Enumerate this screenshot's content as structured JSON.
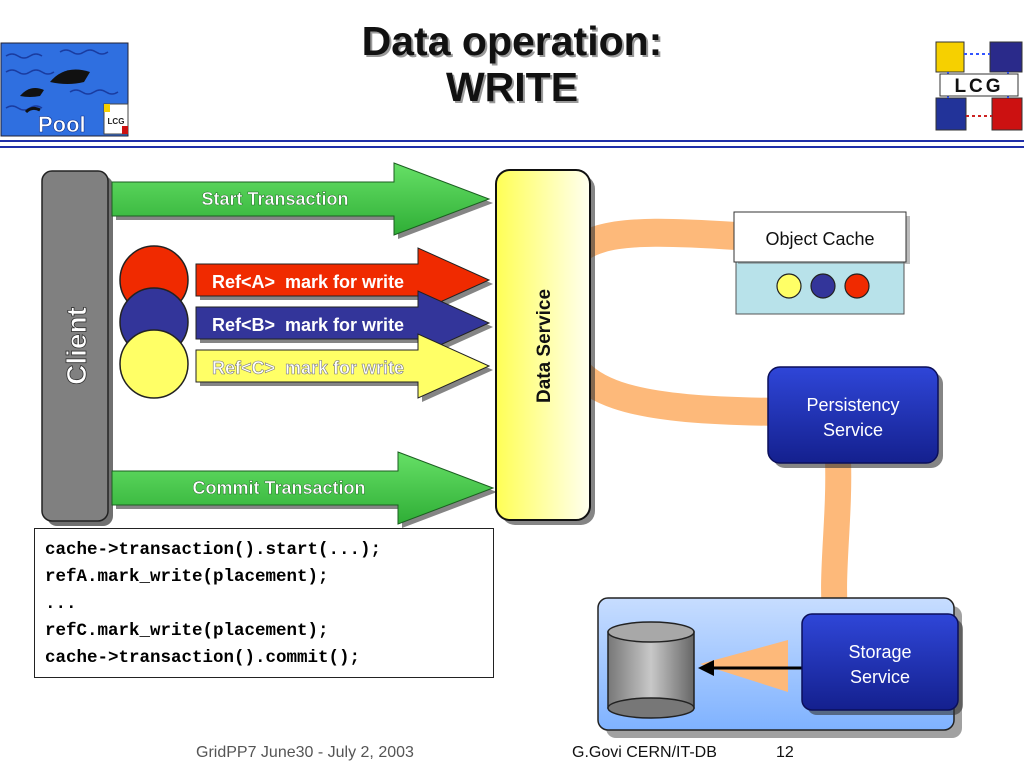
{
  "slide": {
    "title_line1": "Data operation:",
    "title_line2": "WRITE"
  },
  "logos": {
    "pool_label": "Pool",
    "pool_badge": "LCG",
    "lcg_label": "LCG"
  },
  "diagram": {
    "client_label": "Client",
    "data_service_label": "Data Service",
    "arrows": {
      "start": "Start Transaction",
      "ref_a": "Ref<A>  mark for write",
      "ref_b": "Ref<B>  mark for write",
      "ref_c": "Ref<C>  mark for write",
      "commit": "Commit Transaction"
    },
    "object_cache_label": "Object Cache",
    "persistency_line1": "Persistency",
    "persistency_line2": "Service",
    "storage_line1": "Storage",
    "storage_line2": "Service"
  },
  "code": {
    "lines": [
      "cache->transaction().start(...);",
      "refA.mark_write(placement);",
      "...",
      "refC.mark_write(placement);",
      "cache->transaction().commit();"
    ]
  },
  "footer": {
    "left": "GridPP7 June30 - July 2, 2003",
    "right": "G.Govi CERN/IT-DB",
    "page": "12"
  },
  "colors": {
    "rule": "#1f2fa8",
    "arrow_green": "#44cc4c",
    "ref_a": "#f02a00",
    "ref_b": "#33359a",
    "ref_c": "#ffff66",
    "service_blue": "#1c2cb0",
    "pipe_orange": "#fdb97a"
  }
}
